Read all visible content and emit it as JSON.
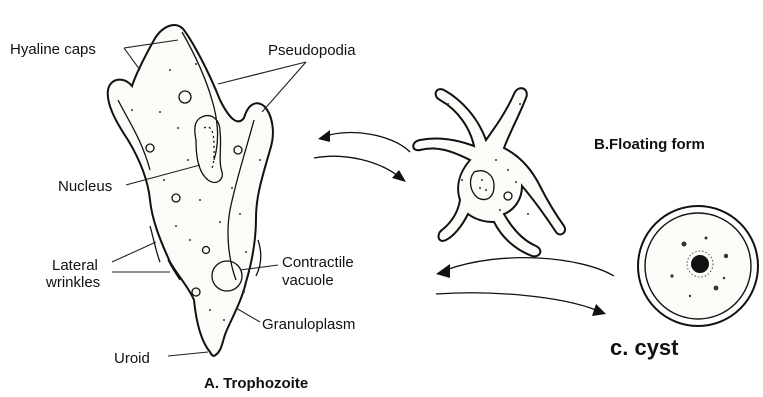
{
  "labels": {
    "hyaline_caps": "Hyaline caps",
    "pseudopodia": "Pseudopodia",
    "nucleus": "Nucleus",
    "lateral_wrinkles_1": "Lateral",
    "lateral_wrinkles_2": "wrinkles",
    "contractile_vacuole_1": "Contractile",
    "contractile_vacuole_2": "vacuole",
    "granuloplasm": "Granuloplasm",
    "uroid": "Uroid",
    "trophozoite": "A. Trophozoite",
    "floating_form": "B.Floating form",
    "cyst": "c. cyst"
  },
  "colors": {
    "ink": "#111111",
    "cytoplasm": "#fbfbf7",
    "background": "#ffffff"
  }
}
